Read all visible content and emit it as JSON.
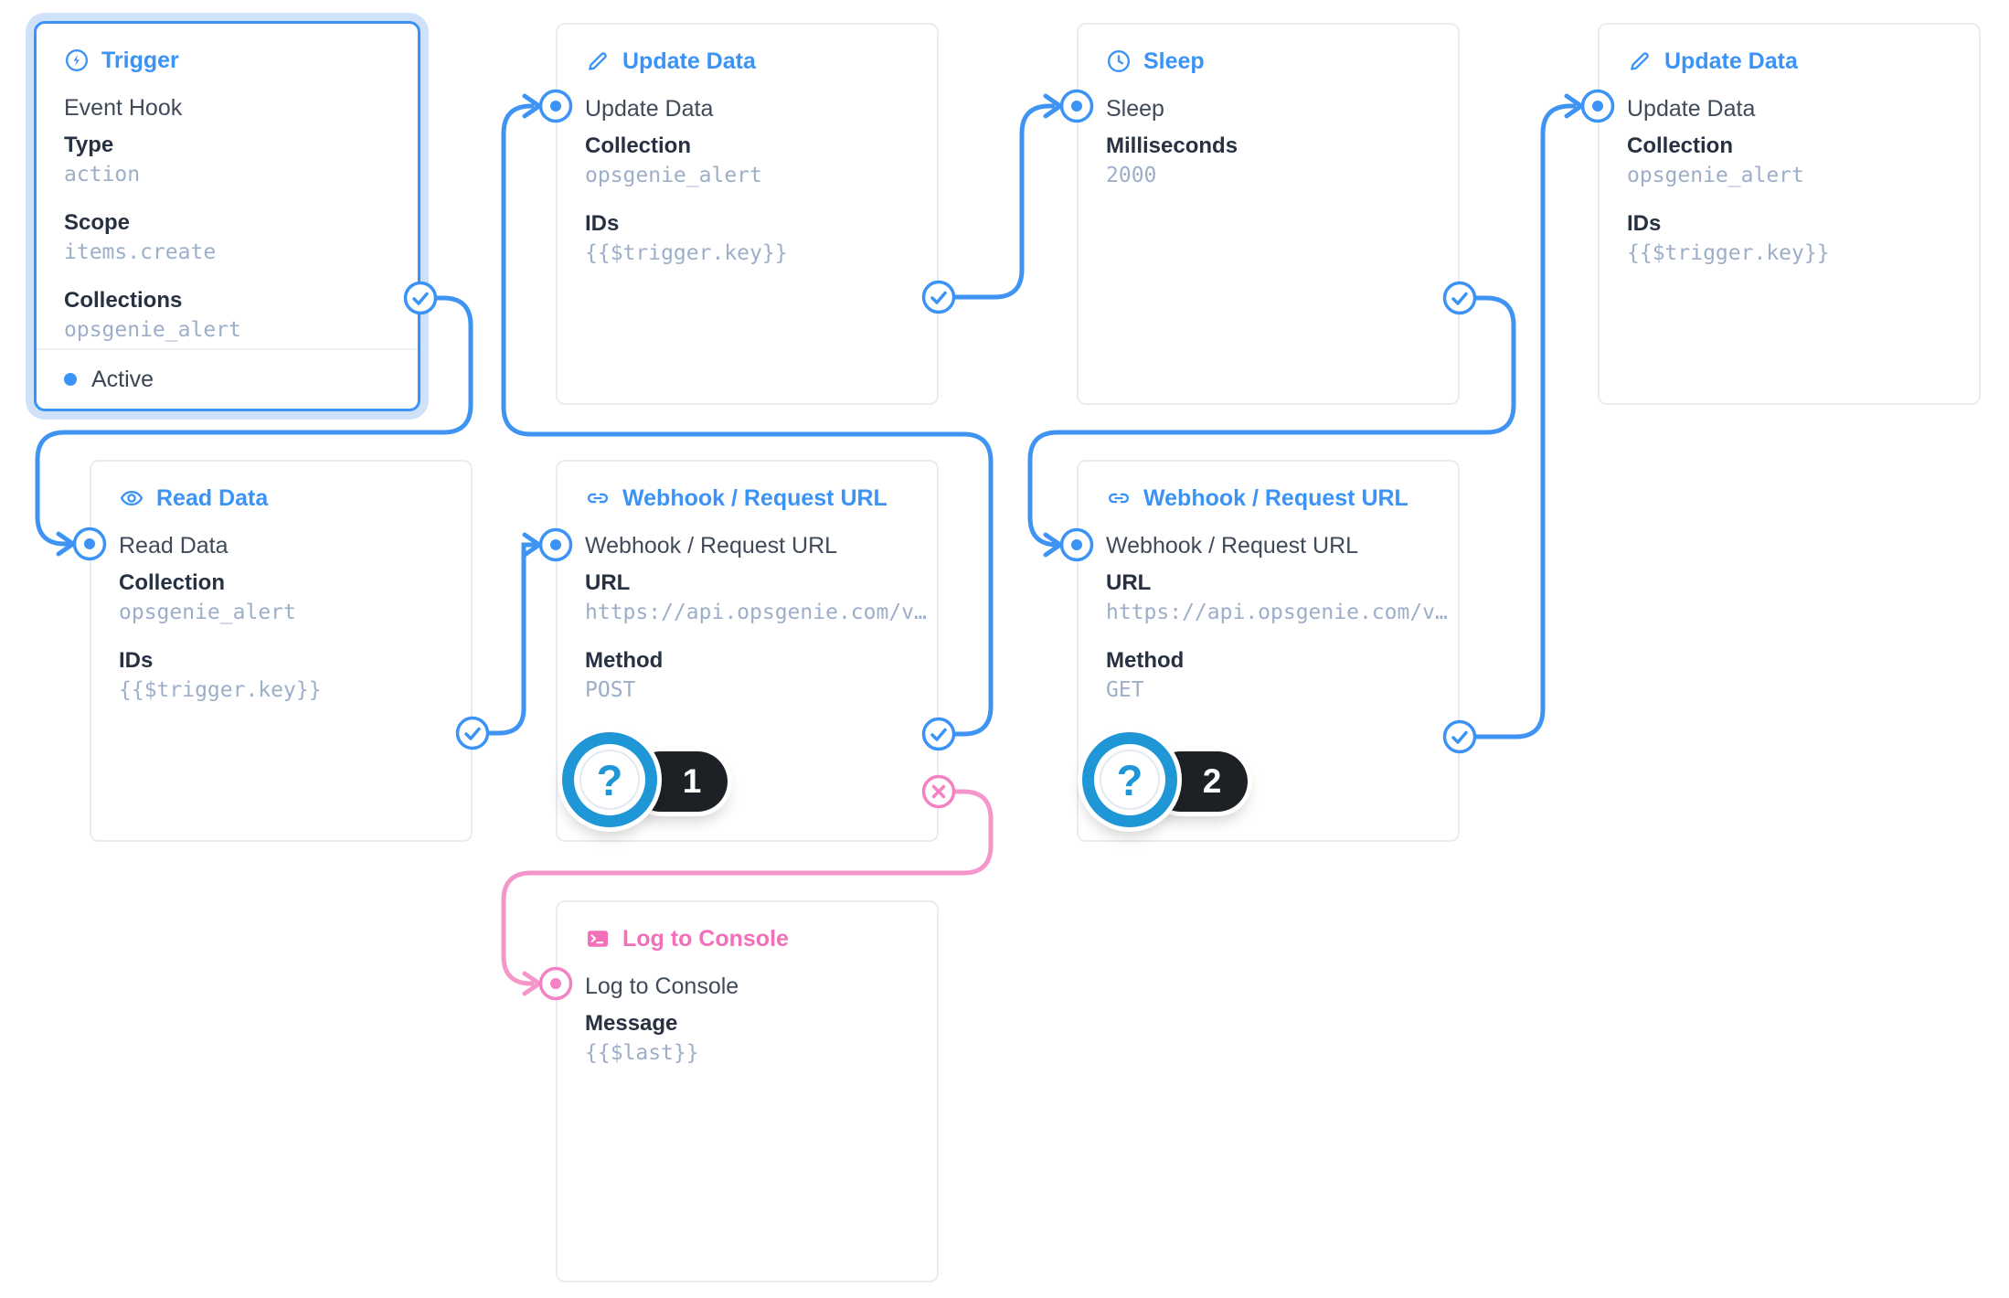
{
  "colors": {
    "accent_blue": "#3b93f5",
    "accent_pink": "#f170b8",
    "wire_blue": "#3f93f3",
    "wire_pink": "#f596cb",
    "badge_ring_blue": "#1f96d6",
    "badge_pill_bg": "#1d2025",
    "label_dark": "#273142",
    "value_gray": "#9daec9",
    "selection_glow": "#cfe2fa"
  },
  "nodes": {
    "trigger": {
      "title": "Trigger",
      "icon": "bolt-circle-icon",
      "name": "Event Hook",
      "fields": [
        {
          "label": "Type",
          "value": "action"
        },
        {
          "label": "Scope",
          "value": "items.create"
        },
        {
          "label": "Collections",
          "value": "opsgenie_alert"
        }
      ],
      "status": "Active"
    },
    "update1": {
      "title": "Update Data",
      "icon": "pencil-icon",
      "name": "Update Data",
      "fields": [
        {
          "label": "Collection",
          "value": "opsgenie_alert"
        },
        {
          "label": "IDs",
          "value": "{{$trigger.key}}"
        }
      ]
    },
    "sleep": {
      "title": "Sleep",
      "icon": "clock-icon",
      "name": "Sleep",
      "fields": [
        {
          "label": "Milliseconds",
          "value": "2000"
        }
      ]
    },
    "update2": {
      "title": "Update Data",
      "icon": "pencil-icon",
      "name": "Update Data",
      "fields": [
        {
          "label": "Collection",
          "value": "opsgenie_alert"
        },
        {
          "label": "IDs",
          "value": "{{$trigger.key}}"
        }
      ]
    },
    "read": {
      "title": "Read Data",
      "icon": "eye-icon",
      "name": "Read Data",
      "fields": [
        {
          "label": "Collection",
          "value": "opsgenie_alert"
        },
        {
          "label": "IDs",
          "value": "{{$trigger.key}}"
        }
      ]
    },
    "webhook1": {
      "title": "Webhook / Request URL",
      "icon": "link-icon",
      "name": "Webhook / Request URL",
      "fields": [
        {
          "label": "URL",
          "value": "https://api.opsgenie.com/v…"
        },
        {
          "label": "Method",
          "value": "POST"
        }
      ],
      "badge": "1"
    },
    "webhook2": {
      "title": "Webhook / Request URL",
      "icon": "link-icon",
      "name": "Webhook / Request URL",
      "fields": [
        {
          "label": "URL",
          "value": "https://api.opsgenie.com/v…"
        },
        {
          "label": "Method",
          "value": "GET"
        }
      ],
      "badge": "2"
    },
    "log": {
      "title": "Log to Console",
      "icon": "terminal-icon",
      "name": "Log to Console",
      "fields": [
        {
          "label": "Message",
          "value": "{{$last}}"
        }
      ]
    }
  },
  "badges": {
    "glyph": "?"
  }
}
